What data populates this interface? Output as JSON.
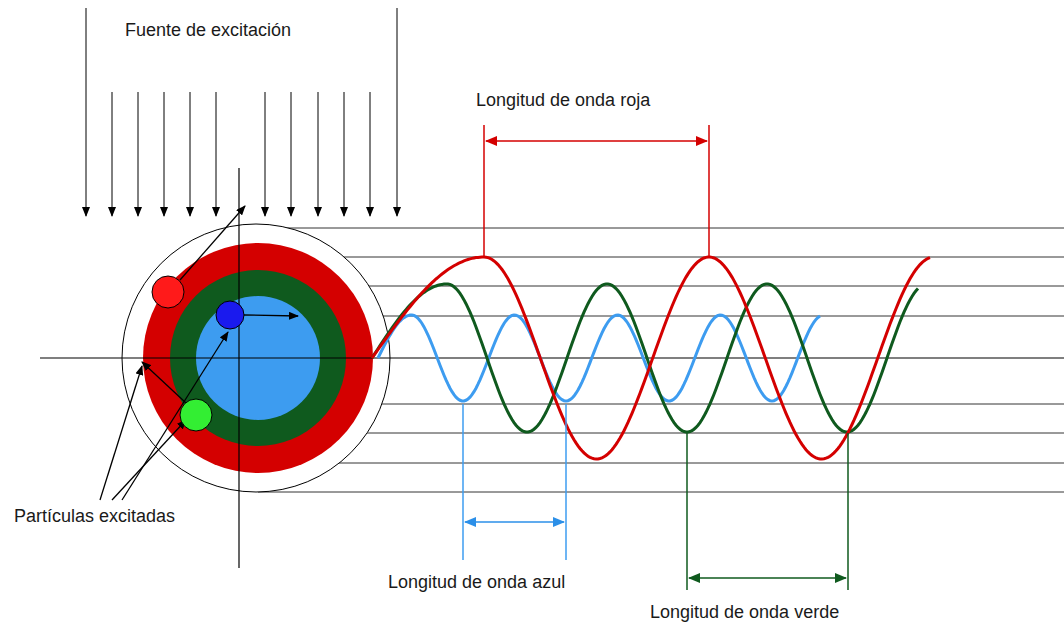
{
  "diagram": {
    "labels": [
      "Fuente de excitación",
      "Longitud de onda roja",
      "Partículas excitadas",
      "Longitud de onda azul",
      "Longitud de onda verde"
    ]
  }
}
